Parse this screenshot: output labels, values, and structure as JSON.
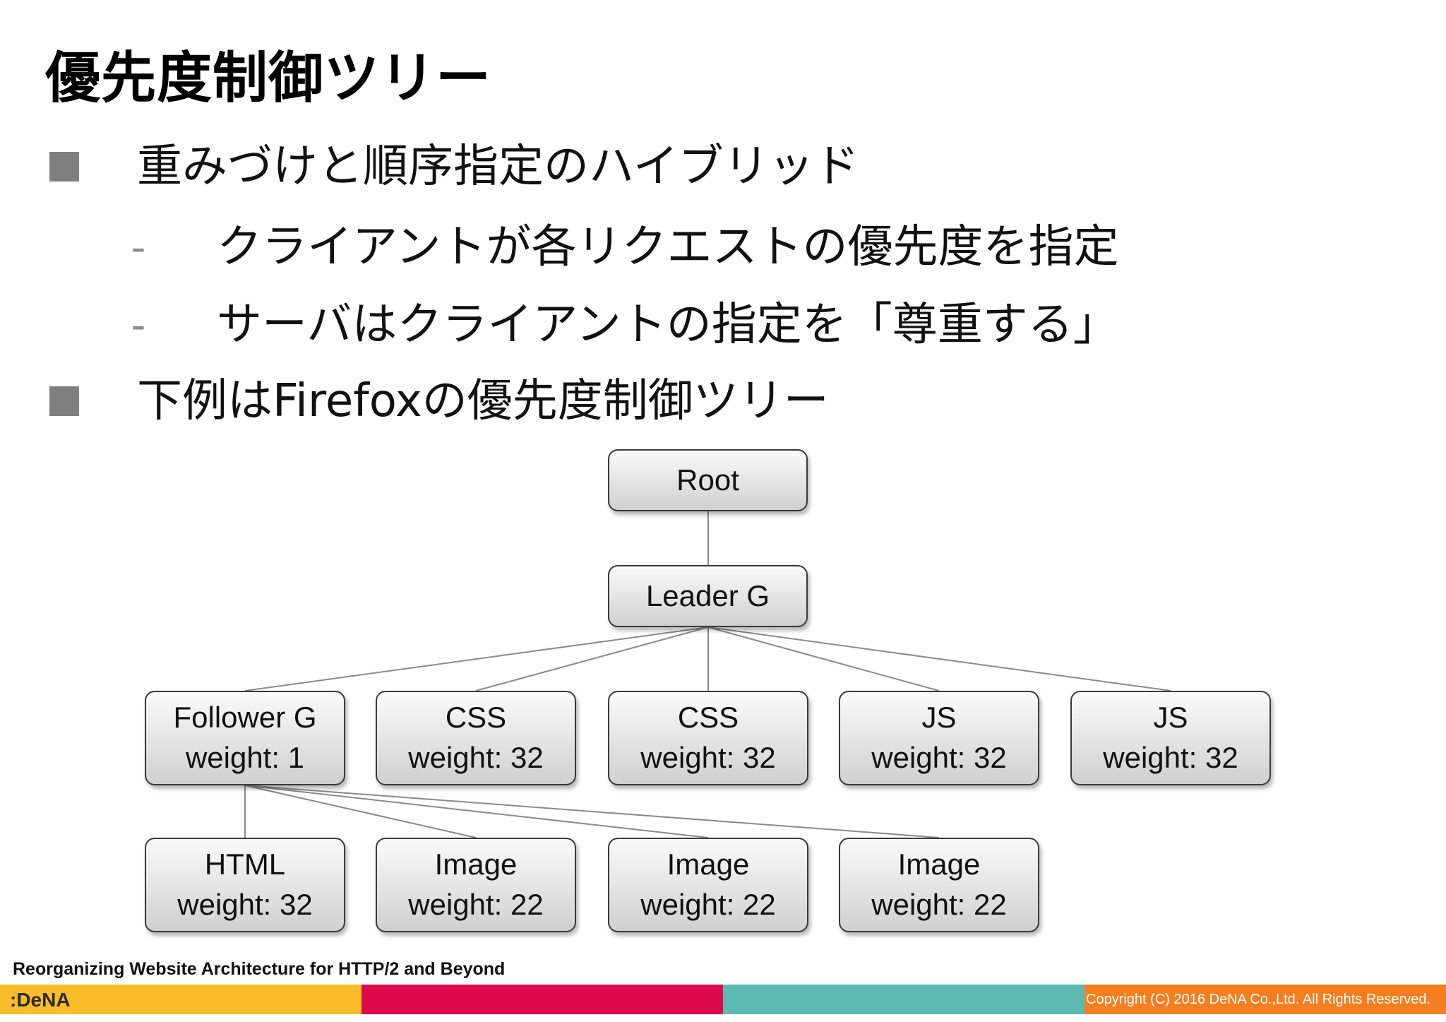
{
  "slide": {
    "title": "優先度制御ツリー",
    "bullets": [
      {
        "text": "重みづけと順序指定のハイブリッド"
      },
      {
        "marker": "-",
        "text": "クライアントが各リクエストの優先度を指定"
      },
      {
        "marker": "-",
        "text": "サーバはクライアントの指定を「尊重する」"
      },
      {
        "text": "下例はFirefoxの優先度制御ツリー"
      }
    ]
  },
  "tree": {
    "root": {
      "label": "Root"
    },
    "leader": {
      "label": "Leader G"
    },
    "level2": [
      {
        "name": "Follower G",
        "weight": "weight: 1"
      },
      {
        "name": "CSS",
        "weight": "weight: 32"
      },
      {
        "name": "CSS",
        "weight": "weight: 32"
      },
      {
        "name": "JS",
        "weight": "weight: 32"
      },
      {
        "name": "JS",
        "weight": "weight: 32"
      }
    ],
    "level3": [
      {
        "name": "HTML",
        "weight": "weight: 32"
      },
      {
        "name": "Image",
        "weight": "weight: 22"
      },
      {
        "name": "Image",
        "weight": "weight: 22"
      },
      {
        "name": "Image",
        "weight": "weight: 22"
      }
    ]
  },
  "footer": {
    "presentation_title": "Reorganizing Website Architecture for HTTP/2 and Beyond",
    "logo": ":DeNA",
    "copyright": "Copyright (C) 2016 DeNA Co.,Ltd. All Rights Reserved.",
    "colors": [
      "#f9bd2a",
      "#dc0a4d",
      "#5cbab2",
      "#f57e20"
    ]
  }
}
